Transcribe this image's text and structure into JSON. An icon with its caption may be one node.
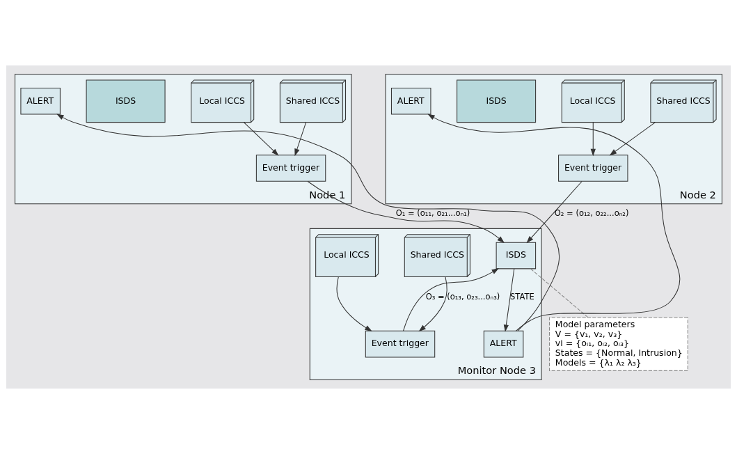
{
  "diagram": {
    "nodes": [
      {
        "text": [
          "Node 1"
        ]
      },
      {
        "text": [
          "Shared ICCS"
        ],
        "in": 0
      },
      {
        "text": [
          "Local ICCS"
        ],
        "in": 0
      },
      {
        "text": [
          "ISDS"
        ],
        "in": 0
      },
      {
        "text": [
          "ALERT"
        ],
        "in": 0
      },
      {
        "text": [
          "Event trigger"
        ],
        "in": 0
      },
      {
        "text": [
          "Node 2"
        ]
      },
      {
        "text": [
          "Shared ICCS"
        ],
        "in": 6
      },
      {
        "text": [
          "Local ICCS"
        ],
        "in": 6
      },
      {
        "text": [
          "ISDS"
        ],
        "in": 6
      },
      {
        "text": [
          "Event trigger"
        ],
        "in": 6
      },
      {
        "text": [
          "ALERT"
        ],
        "in": 6
      },
      {
        "text": [
          "Monitor Node 3"
        ]
      },
      {
        "text": [
          "Shared ICCS"
        ],
        "in": 12
      },
      {
        "text": [
          "Local ICCS"
        ],
        "in": 12
      },
      {
        "text": [
          "ISDS"
        ],
        "in": 12
      },
      {
        "text": [
          "Event trigger"
        ],
        "in": 12
      },
      {
        "text": [
          "ALERT"
        ],
        "in": 12
      },
      {
        "text": [
          "Model parameters",
          "V = {v₁, v₂, v₃}",
          "vi = {oᵢ₁, oᵢ₂, oᵢ₃}",
          "States = {Normal, Intrusion}",
          "Models = {λ₁ λ₂ λ₃}"
        ]
      }
    ],
    "edges": [
      {
        "from": 1,
        "to": 5,
        "arrow": "to"
      },
      {
        "from": 2,
        "to": 5,
        "arrow": "to"
      },
      {
        "from": 7,
        "to": 10,
        "arrow": "to"
      },
      {
        "from": 8,
        "to": 10,
        "arrow": "to"
      },
      {
        "from": 5,
        "to": 15,
        "arrow": "to",
        "label": "O₁ = (o₁₁, o₂₁...oₙ₁)"
      },
      {
        "from": 10,
        "to": 15,
        "arrow": "to",
        "label": "O₂ = (o₁₂, o₂₂...oₙ₂)"
      },
      {
        "from": 13,
        "to": 16,
        "arrow": "to"
      },
      {
        "from": 14,
        "to": 16,
        "arrow": "to"
      },
      {
        "from": 16,
        "to": 15,
        "arrow": "to",
        "label": "O₃ = (o₁₃, o₂₃...oₙ₃)"
      },
      {
        "from": 15,
        "to": 17,
        "arrow": "to",
        "label": "STATE"
      },
      {
        "from": 17,
        "to": 4,
        "arrow": "to"
      },
      {
        "from": 17,
        "to": 11,
        "arrow": "to"
      },
      {
        "from": 15,
        "to": 18,
        "arrow": "none",
        "style": "dashed",
        "color": "#888888"
      }
    ]
  }
}
